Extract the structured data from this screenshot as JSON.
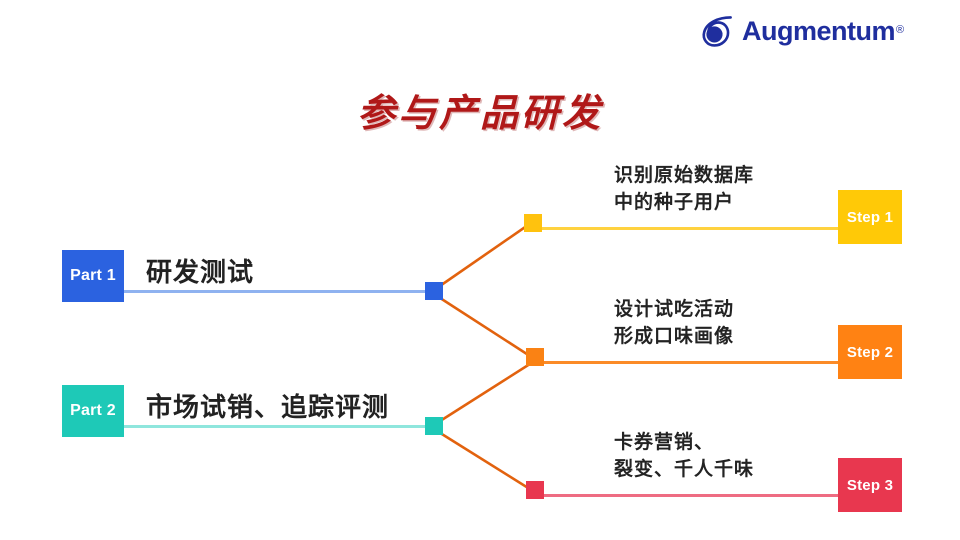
{
  "brand": {
    "name": "Augmentum",
    "registered_mark": "®",
    "logo_icon": "augmentum-swirl-icon",
    "color": "#1F2E9E"
  },
  "title": {
    "text": "参与产品研发",
    "color": "#B01818"
  },
  "parts": [
    {
      "badge": "Part 1",
      "label": "研发测试",
      "color": "#2B62E0",
      "line_color": "#8FB2F0",
      "node_color": "#2B62E0",
      "label_size": "26px"
    },
    {
      "badge": "Part 2",
      "label": "市场试销、追踪评测",
      "color": "#1EC9B7",
      "line_color": "#8FE6DD",
      "node_color": "#1EC9B7",
      "label_size": "26px"
    }
  ],
  "steps": [
    {
      "badge": "Step 1",
      "text": "识别原始数据库\n中的种子用户",
      "color": "#FFC907",
      "line_color": "#FFD23F",
      "node_color": "#FFC20E"
    },
    {
      "badge": "Step 2",
      "text": "设计试吃活动\n形成口味画像",
      "color": "#FF8213",
      "line_color": "#FB8B28",
      "node_color": "#FA8214"
    },
    {
      "badge": "Step 3",
      "text": "卡券营销、\n裂变、千人千味",
      "color": "#E8374F",
      "line_color": "#EE6C82",
      "node_color": "#E8374F"
    }
  ],
  "connectors": {
    "diagonal_color": "#E2620E"
  }
}
